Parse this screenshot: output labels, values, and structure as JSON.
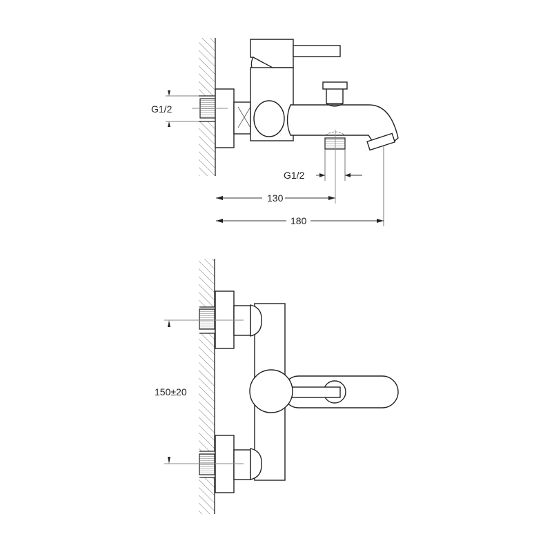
{
  "top_view": {
    "inlet_thread_label": "G1/2",
    "outlet_thread_label": "G1/2",
    "dim_outlet_distance": "130",
    "dim_spout_length": "180"
  },
  "front_view": {
    "inlet_spacing_label": "150±20"
  }
}
